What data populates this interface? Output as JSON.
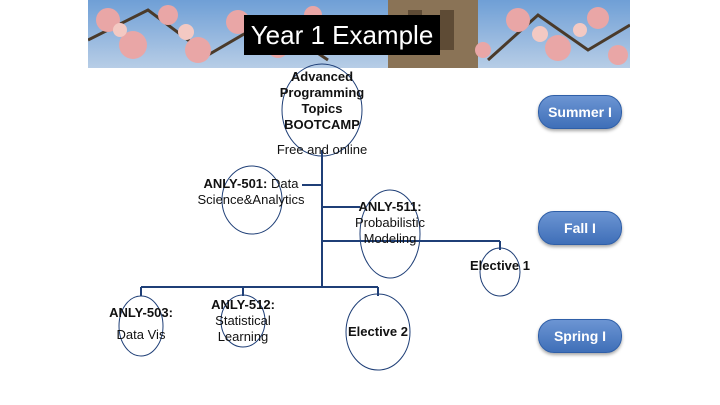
{
  "slide": {
    "title": "Year 1 Example",
    "semesters": [
      "Summer I",
      "Fall I",
      "Spring I"
    ]
  },
  "nodes": {
    "bootcamp": {
      "bold": "Advanced Programming Topics BOOTCAMP",
      "note": "Free and online"
    },
    "anly501": {
      "code": "ANLY-501:",
      "name": "Data Science&Analytics"
    },
    "anly511": {
      "code": "ANLY-511:",
      "name": "Probabilistic Modeling"
    },
    "elective1": {
      "label": "Elective 1"
    },
    "anly503": {
      "code": "ANLY-503:",
      "name": "Data Vis"
    },
    "anly512": {
      "code": "ANLY-512:",
      "name": "Statistical Learning"
    },
    "elective2": {
      "label": "Elective 2"
    }
  }
}
